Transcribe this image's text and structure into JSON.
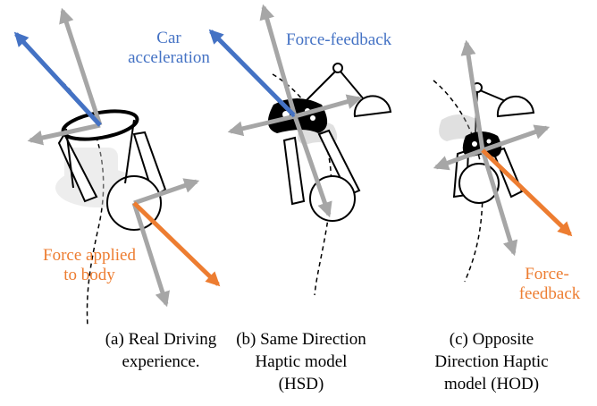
{
  "colors": {
    "blue": "#4472c4",
    "orange": "#ed7d31",
    "gray": "#a6a6a6",
    "black": "#000000",
    "light_gray": "#d9d9d9"
  },
  "panel_a": {
    "label_car_line1": "Car",
    "label_car_line2": "acceleration",
    "label_force_line1": "Force applied",
    "label_force_line2": "to body",
    "caption_line1": "(a) Real Driving",
    "caption_line2": "experience."
  },
  "panel_b": {
    "label_force": "Force-feedback",
    "caption_line1": "(b) Same Direction",
    "caption_line2": "Haptic model",
    "caption_line3": "(HSD)"
  },
  "panel_c": {
    "label_force_line1": "Force-",
    "label_force_line2": "feedback",
    "caption_line1": "(c) Opposite",
    "caption_line2": "Direction Haptic",
    "caption_line3": "model (HOD)"
  },
  "icons": [
    "steering-wheel-icon",
    "game-controller-icon",
    "lamp-icon",
    "person-figure-icon"
  ]
}
